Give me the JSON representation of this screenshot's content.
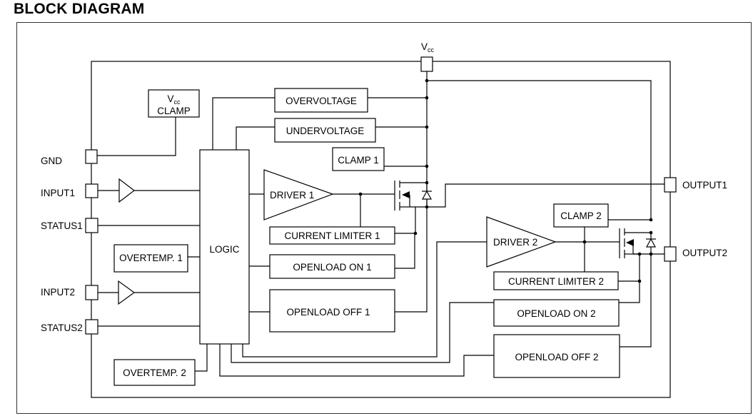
{
  "title": "BLOCK DIAGRAM",
  "vcc": {
    "main": "V",
    "sub": "cc"
  },
  "vcc_clamp": {
    "main": "V",
    "sub": "cc",
    "line2": "CLAMP"
  },
  "pins": {
    "gnd": "GND",
    "input1": "INPUT1",
    "status1": "STATUS1",
    "input2": "INPUT2",
    "status2": "STATUS2",
    "output1": "OUTPUT1",
    "output2": "OUTPUT2"
  },
  "blocks": {
    "overvoltage": "OVERVOLTAGE",
    "undervoltage": "UNDERVOLTAGE",
    "clamp1": "CLAMP 1",
    "clamp2": "CLAMP 2",
    "logic": "LOGIC",
    "overtemp1": "OVERTEMP. 1",
    "overtemp2": "OVERTEMP. 2",
    "driver1": "DRIVER 1",
    "driver2": "DRIVER 2",
    "current_limiter1": "CURRENT LIMITER 1",
    "current_limiter2": "CURRENT LIMITER 2",
    "openload_on1": "OPENLOAD ON 1",
    "openload_off1": "OPENLOAD OFF 1",
    "openload_on2": "OPENLOAD ON 2",
    "openload_off2": "OPENLOAD OFF 2"
  }
}
